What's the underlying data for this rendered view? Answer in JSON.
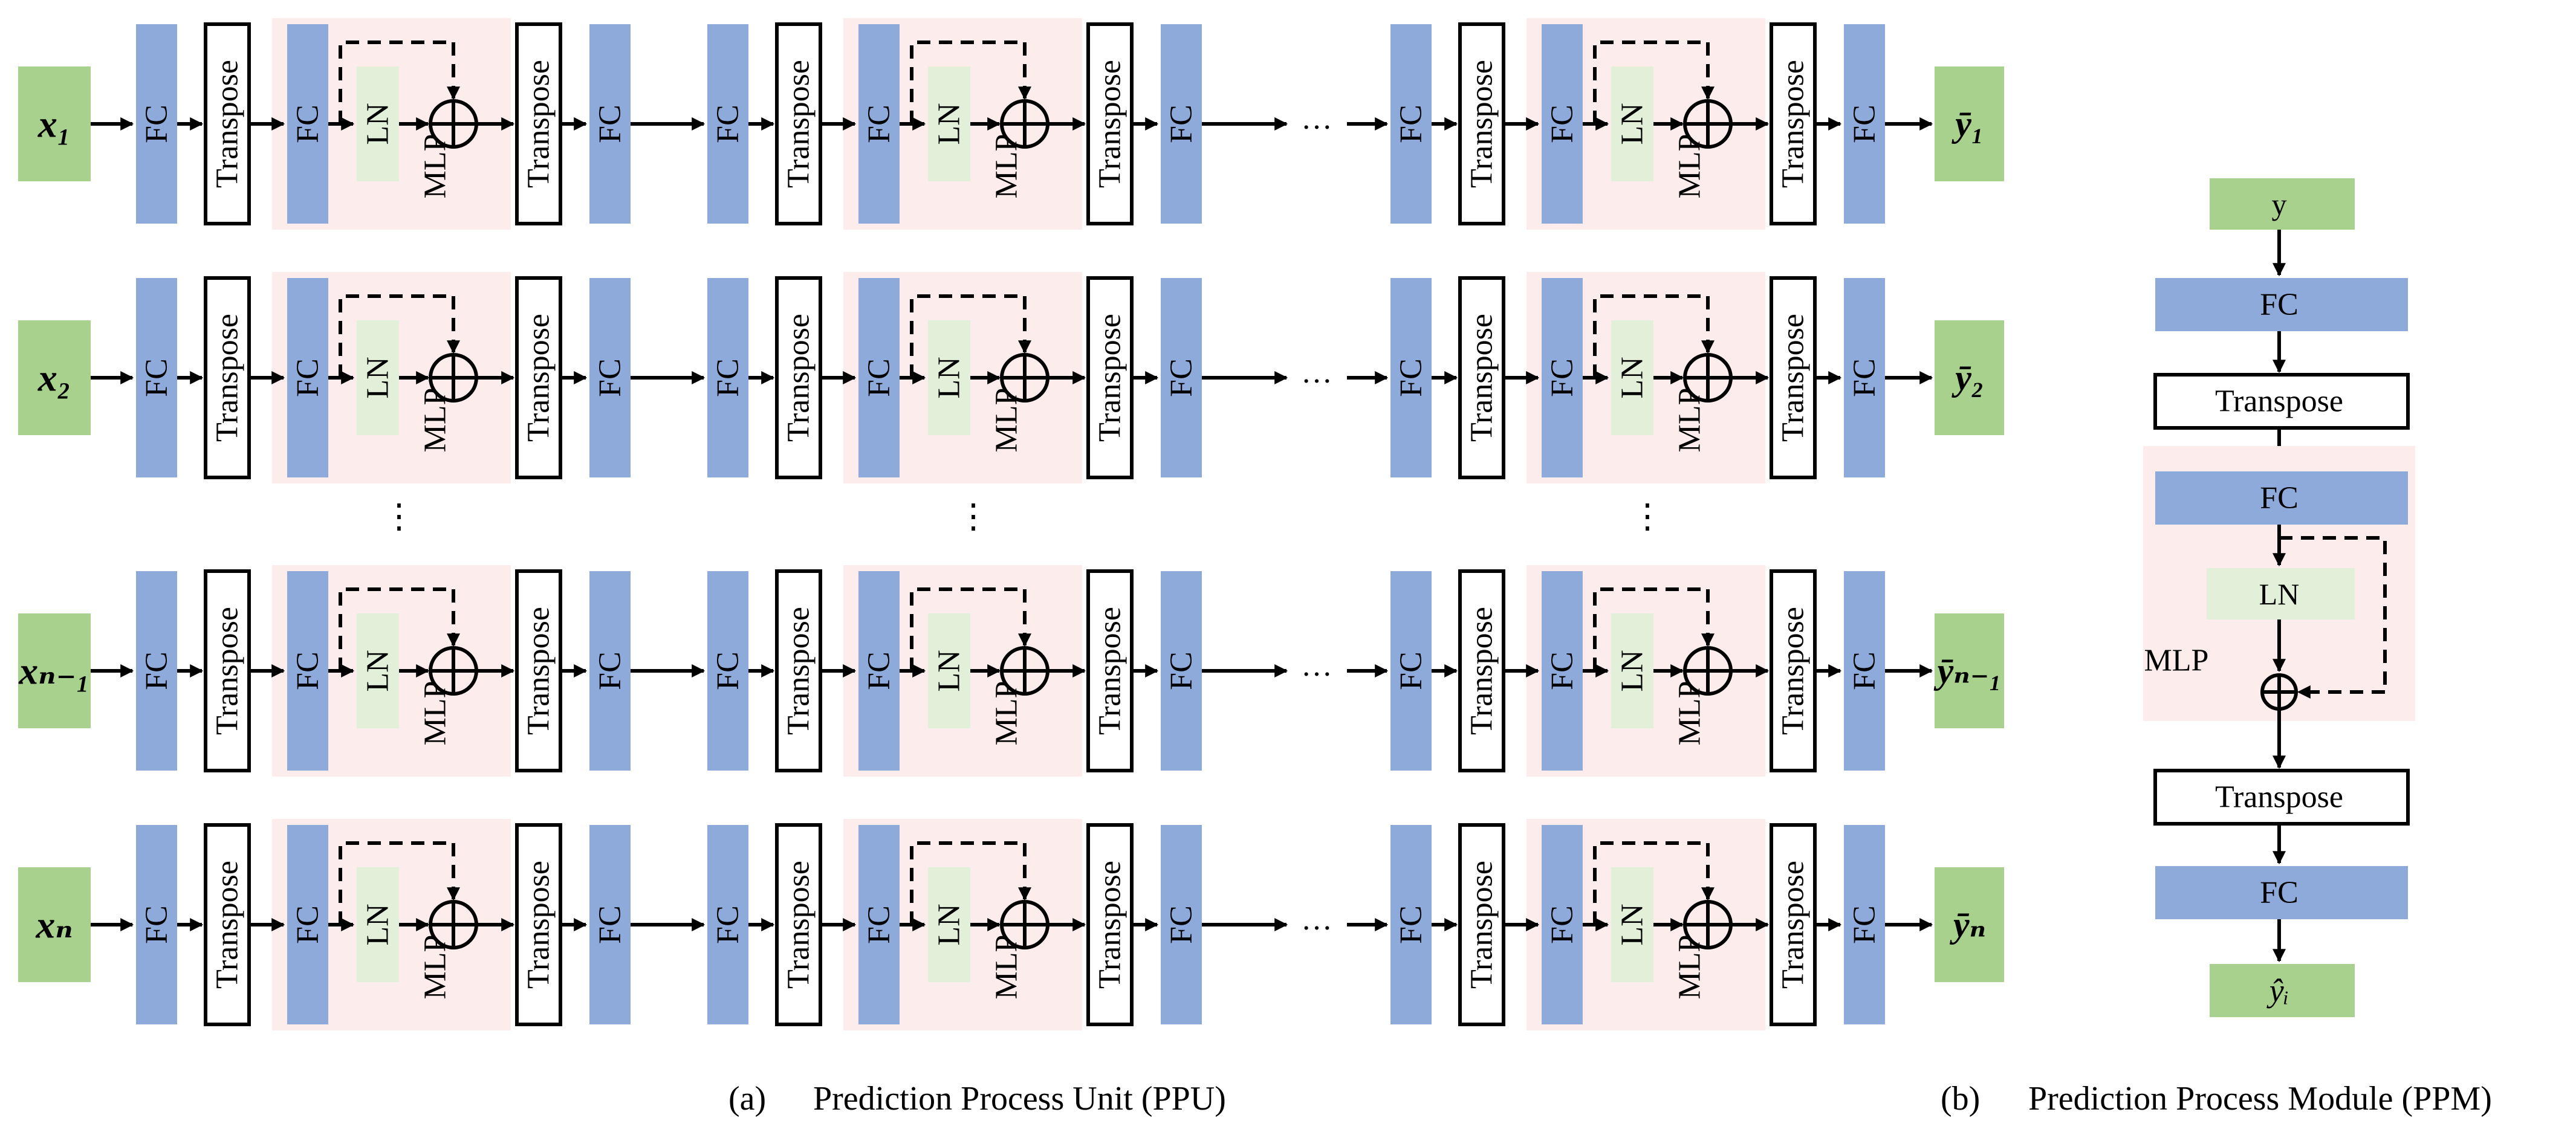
{
  "colors": {
    "fc": "#8eaadb",
    "input": "#a9d18e",
    "ln": "#e2efd9",
    "mlp_bg": "#fcecec",
    "stroke": "#000000",
    "transpose_fill": "#ffffff"
  },
  "labels": {
    "fc": "FC",
    "transpose": "Transpose",
    "ln": "LN",
    "mlp": "MLP",
    "ellipsis_h": "···",
    "ellipsis_v": "⋮"
  },
  "rows": [
    {
      "input": "x₁",
      "output": "ȳ₁"
    },
    {
      "input": "x₂",
      "output": "ȳ₂"
    },
    {
      "input": "xₙ₋₁",
      "output": "ȳₙ₋₁"
    },
    {
      "input": "xₙ",
      "output": "ȳₙ"
    }
  ],
  "ppm": {
    "input": "y",
    "fc_top": "FC",
    "transpose_top": "Transpose",
    "fc_mid": "FC",
    "ln": "LN",
    "mlp": "MLP",
    "transpose_bottom": "Transpose",
    "fc_bottom": "FC",
    "output": "ŷᵢ"
  },
  "captions": {
    "a_label": "(a)",
    "a_text": "Prediction Process Unit (PPU)",
    "b_label": "(b)",
    "b_text": "Prediction Process Module (PPM)"
  }
}
